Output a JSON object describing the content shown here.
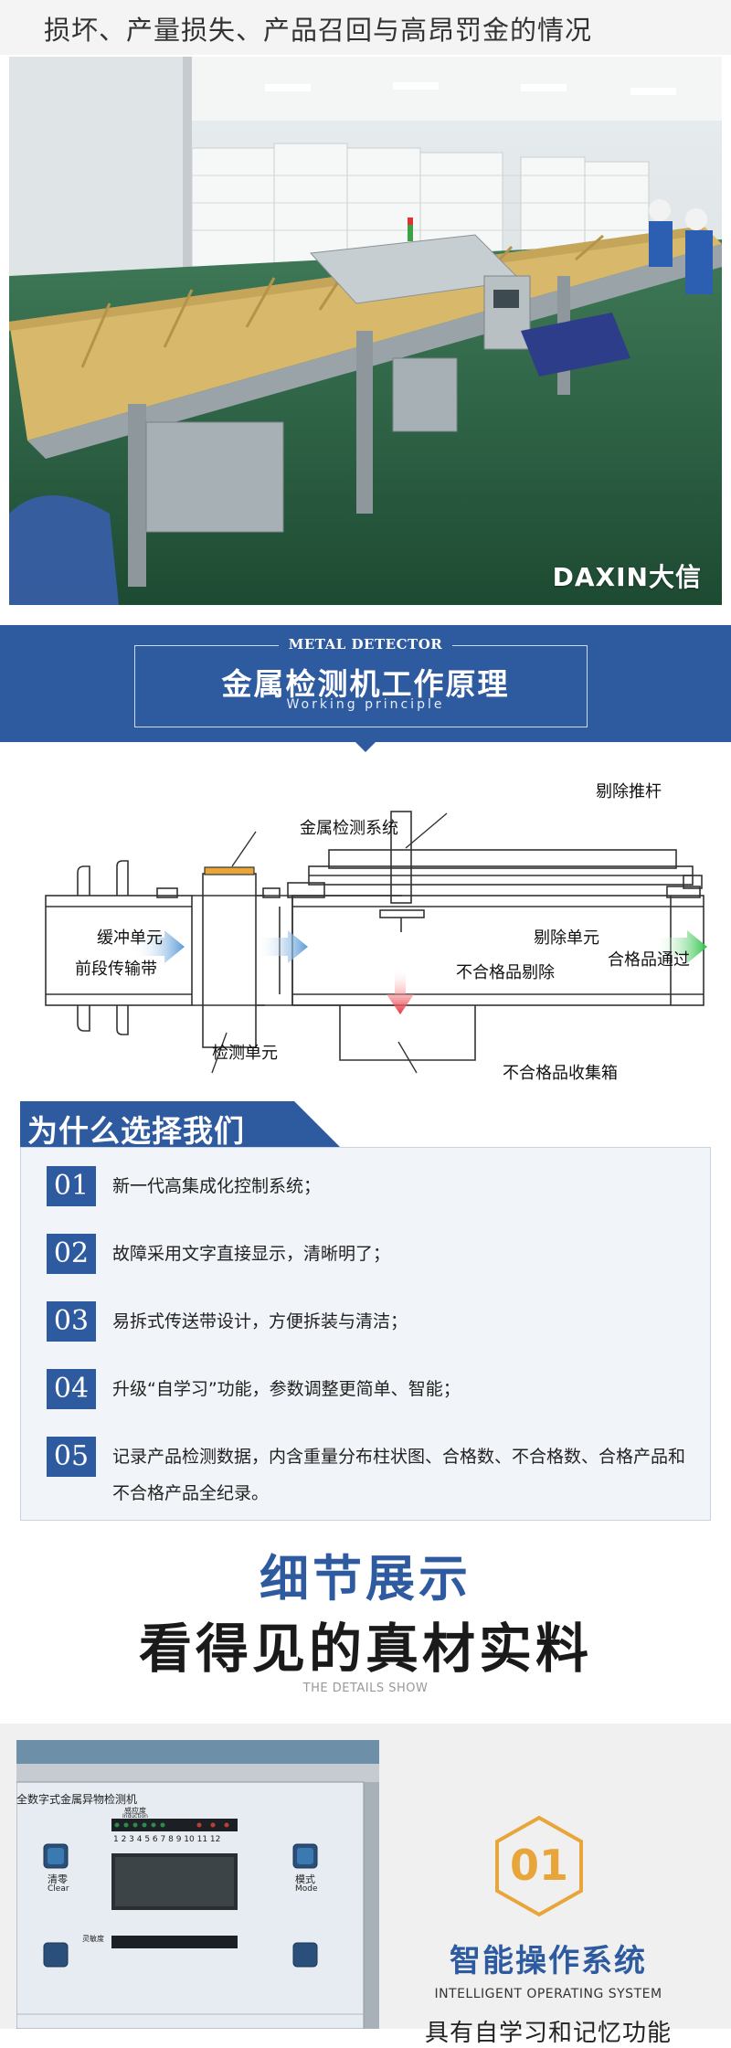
{
  "top_caption": "损坏、产量损失、产品召回与高昂罚金的情况",
  "photo": {
    "watermark": "DAXIN大信"
  },
  "banner": {
    "label_en": "METAL DETECTOR",
    "title": "金属检测机工作原理",
    "subtitle": "Working principle"
  },
  "diagram": {
    "labels": {
      "reject_rod": "剔除推杆",
      "detection_system": "金属检测系统",
      "buffer_unit": "缓冲单元",
      "front_belt": "前段传输带",
      "reject_unit": "剔除单元",
      "pass": "合格品通过",
      "reject": "不合格品剔除",
      "detect_unit": "检测单元",
      "collect_box": "不合格品收集箱"
    }
  },
  "why": {
    "title": "为什么选择我们",
    "items": [
      {
        "num": "01",
        "text": "新一代高集成化控制系统；"
      },
      {
        "num": "02",
        "text": "故障采用文字直接显示，清晰明了；"
      },
      {
        "num": "03",
        "text": "易拆式传送带设计，方便拆装与清洁；"
      },
      {
        "num": "04",
        "text": "升级“自学习”功能，参数调整更简单、智能；"
      },
      {
        "num": "05",
        "text": "记录产品检测数据，内含重量分布柱状图、合格数、不合格数、合格产品和不合格产品全纪录。"
      }
    ]
  },
  "details": {
    "title1": "细节展示",
    "title2": "看得见的真材实料",
    "en": "THE DETAILS SHOW"
  },
  "panel": {
    "device_title": "全数字式金属异物检测机",
    "sensitivity_label": "感应度",
    "sensitivity_en": "Induction",
    "scale": "1 2 3 4 5 6 7 8 9 10 11 12",
    "clear_label": "清零",
    "clear_en": "Clear",
    "mode_label": "模式",
    "mode_en": "Mode",
    "sensitivity2_label": "灵敏度"
  },
  "feature": {
    "num": "01",
    "title": "智能操作系统",
    "en": "INTELLIGENT OPERATING SYSTEM",
    "desc": "具有自学习和记忆功能"
  },
  "colors": {
    "accent_blue": "#2e5aa0",
    "orange": "#e8a53a"
  }
}
